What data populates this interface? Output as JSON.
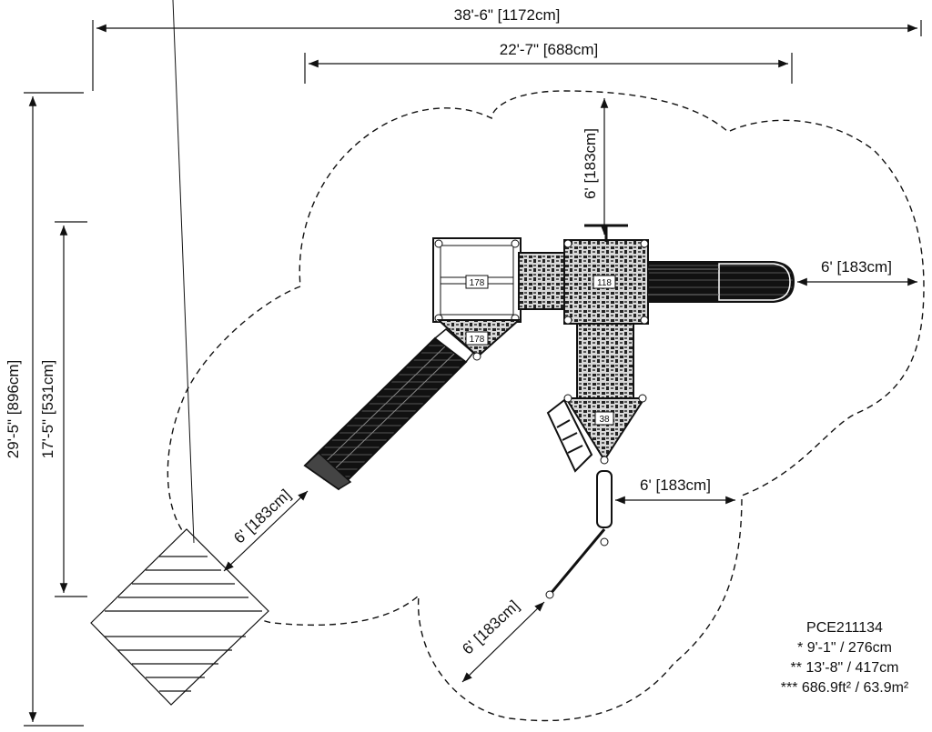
{
  "dimensions": {
    "overall_width": "38'-6\" [1172cm]",
    "structure_width": "22'-7\" [688cm]",
    "overall_depth": "29'-5\" [896cm]",
    "structure_depth": "17'-5\" [531cm]",
    "clearance_top": "6' [183cm]",
    "clearance_right": "6' [183cm]",
    "clearance_mid_right": "6' [183cm]",
    "clearance_slide": "6' [183cm]",
    "clearance_bottom": "6' [183cm]"
  },
  "deck_tags": {
    "deck_left_top": "178",
    "deck_left_bottom": "178",
    "deck_main": "118",
    "deck_lower": "38"
  },
  "info": {
    "model": "PCE211134",
    "line1": "* 9'-1\" / 276cm",
    "line2": "** 13'-8\" / 417cm",
    "line3": "*** 686.9ft² / 63.9m²"
  }
}
